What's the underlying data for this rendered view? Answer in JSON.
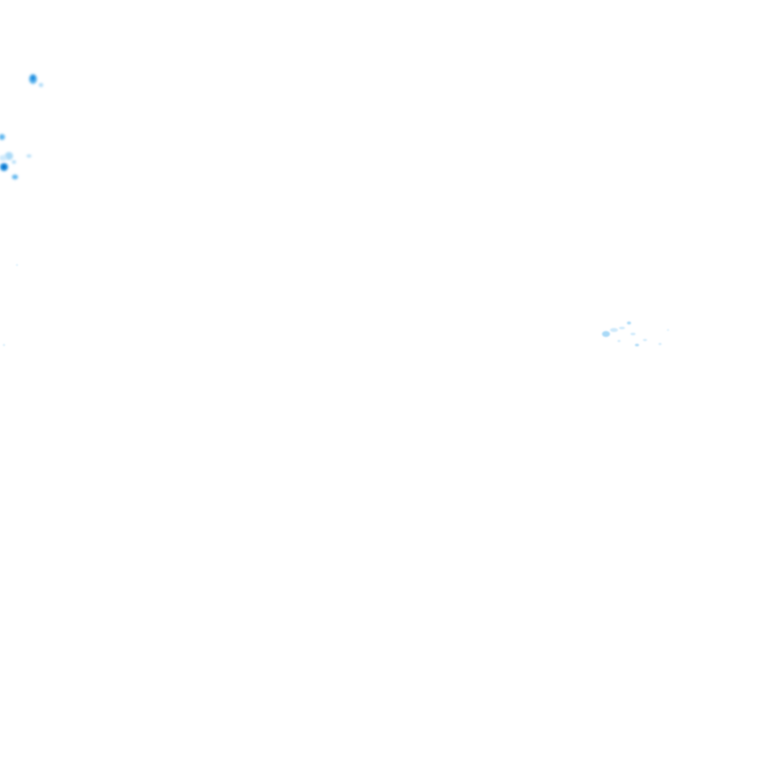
{
  "map": {
    "type": "precipitation-radar-overlay",
    "background_color": "#ffffff",
    "legend_visible": false,
    "labels_visible": false
  },
  "colors": {
    "light_rain": "#cde9fb",
    "light_rain_2": "#a9d9f7",
    "moderate_rain": "#5eb6ee",
    "heavy_rain": "#1f8fe0",
    "heavy_rain_core": "#0a6fc7"
  },
  "echo_clusters": [
    {
      "name": "northwest-cluster-a",
      "intensity": "heavy"
    },
    {
      "name": "west-cluster-b",
      "intensity": "moderate-heavy"
    },
    {
      "name": "east-cluster-c",
      "intensity": "light"
    }
  ]
}
